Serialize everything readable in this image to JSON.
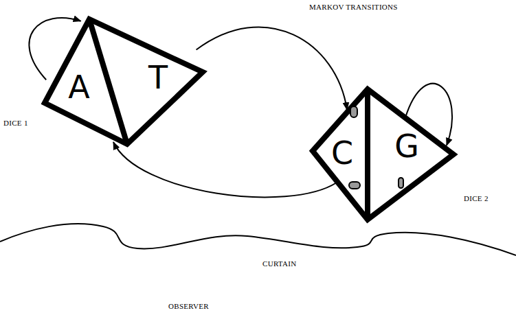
{
  "diagram": {
    "nodes": [
      {
        "text": [
          "A",
          "T",
          "DICE 1"
        ]
      },
      {
        "text": [
          "C",
          "G",
          "DICE 2"
        ]
      }
    ],
    "edges": [
      {
        "from": 0,
        "to": 0,
        "arrow": "to"
      },
      {
        "from": 0,
        "to": 1,
        "arrow": "to"
      },
      {
        "from": 1,
        "to": 1,
        "arrow": "to"
      },
      {
        "from": 1,
        "to": 0,
        "arrow": "to"
      }
    ],
    "labels": [
      "MARKOV TRANSITIONS",
      "CURTAIN",
      "OBSERVER"
    ]
  }
}
